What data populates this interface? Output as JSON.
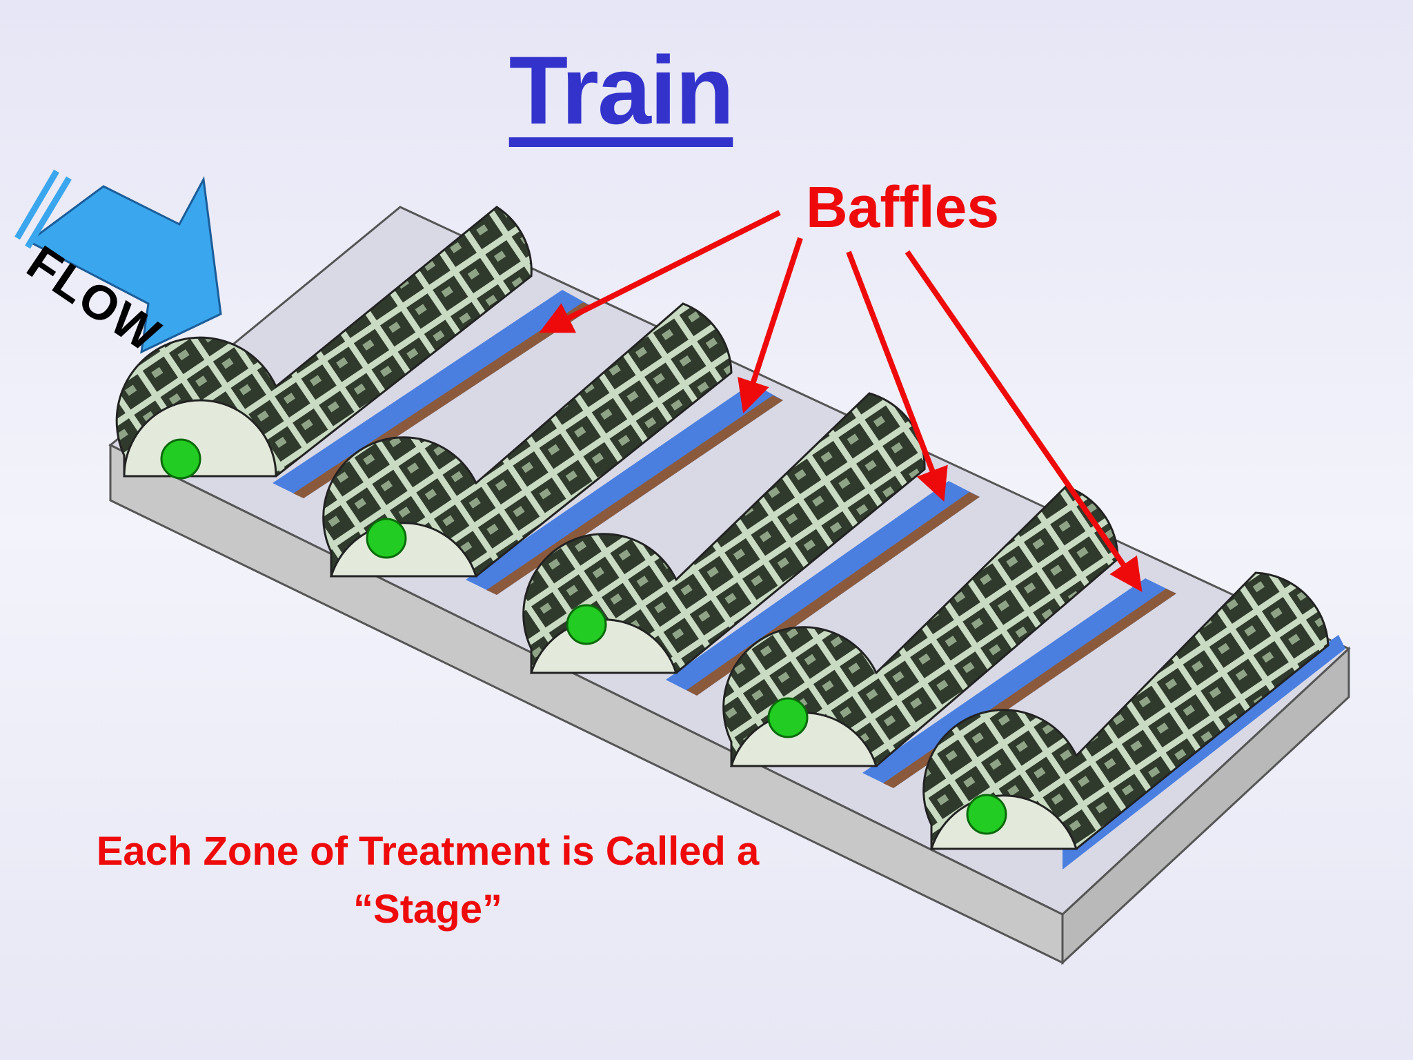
{
  "slide": {
    "title": "Train",
    "callout_label": "Baffles",
    "flow_label": "FLOW",
    "caption_line1": "Each Zone of Treatment is Called a",
    "caption_line2": "“Stage”"
  },
  "colors": {
    "title": "#3333cc",
    "callout": "#ee0a0a",
    "flow_arrow": "#3aa6ee",
    "water": "#4a7fe0",
    "baffle": "#8b5a3c",
    "tank": "#c8c8c8",
    "disc_hub": "#22cc22",
    "media": "#2f3a2c"
  },
  "diagram": {
    "stage_count": 5,
    "baffle_count": 4
  }
}
